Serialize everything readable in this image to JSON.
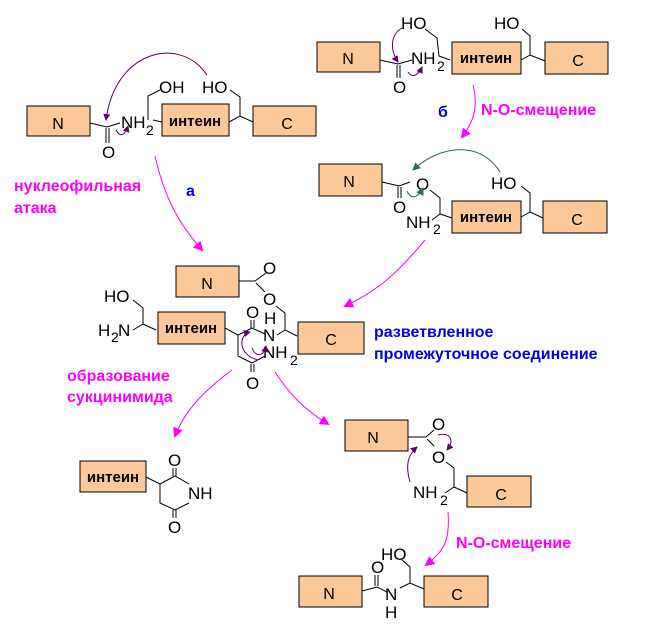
{
  "labels": {
    "N": "N",
    "C": "C",
    "intein": "интеин",
    "O": "O",
    "OH": "OH",
    "HO": "HO",
    "NH": "NH",
    "H": "H",
    "N_atom": "N",
    "H2N_H": "H",
    "sub2": "2"
  },
  "annotations": {
    "nucleophilic_attack_line1": "нуклеофильная",
    "nucleophilic_attack_line2": "атака",
    "path_a": "а",
    "path_b": "б",
    "n_o_shift_top": "N-O-смещение",
    "branched_line1": "разветвленное",
    "branched_line2": "промежуточное соединение",
    "succinimide_line1": "образование",
    "succinimide_line2": "сукцинимида",
    "n_o_shift_bottom": "N-O-смещение"
  },
  "colors": {
    "box_fill": "#fbc999",
    "process_arrow": "#ff00ff",
    "path_label": "#0000ee",
    "electron_arrow": "#660066",
    "teal_arrow": "#336666"
  }
}
